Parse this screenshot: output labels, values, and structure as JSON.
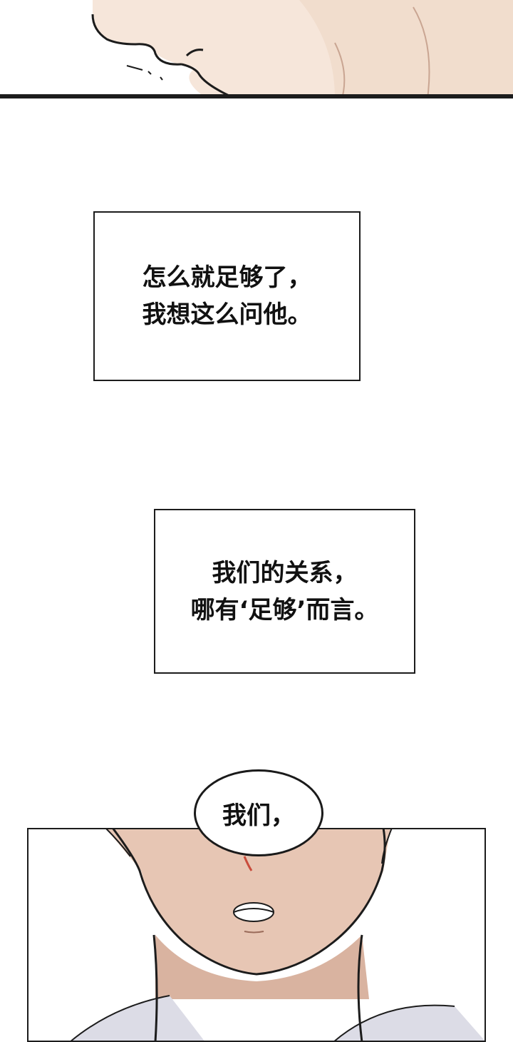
{
  "captions": [
    {
      "lines": [
        "怎么就足够了，",
        "我想这么问他。"
      ]
    },
    {
      "lines": [
        "我们的关系，",
        "哪有‘足够’而言。"
      ]
    }
  ],
  "speech_bubble": {
    "text": "我们，"
  },
  "colors": {
    "skin": "#f4e3d6",
    "skin_shadow": "#d9b6a3",
    "line": "#1c1c1c",
    "shirt": "#dcdce6",
    "paper": "#ffffff"
  }
}
